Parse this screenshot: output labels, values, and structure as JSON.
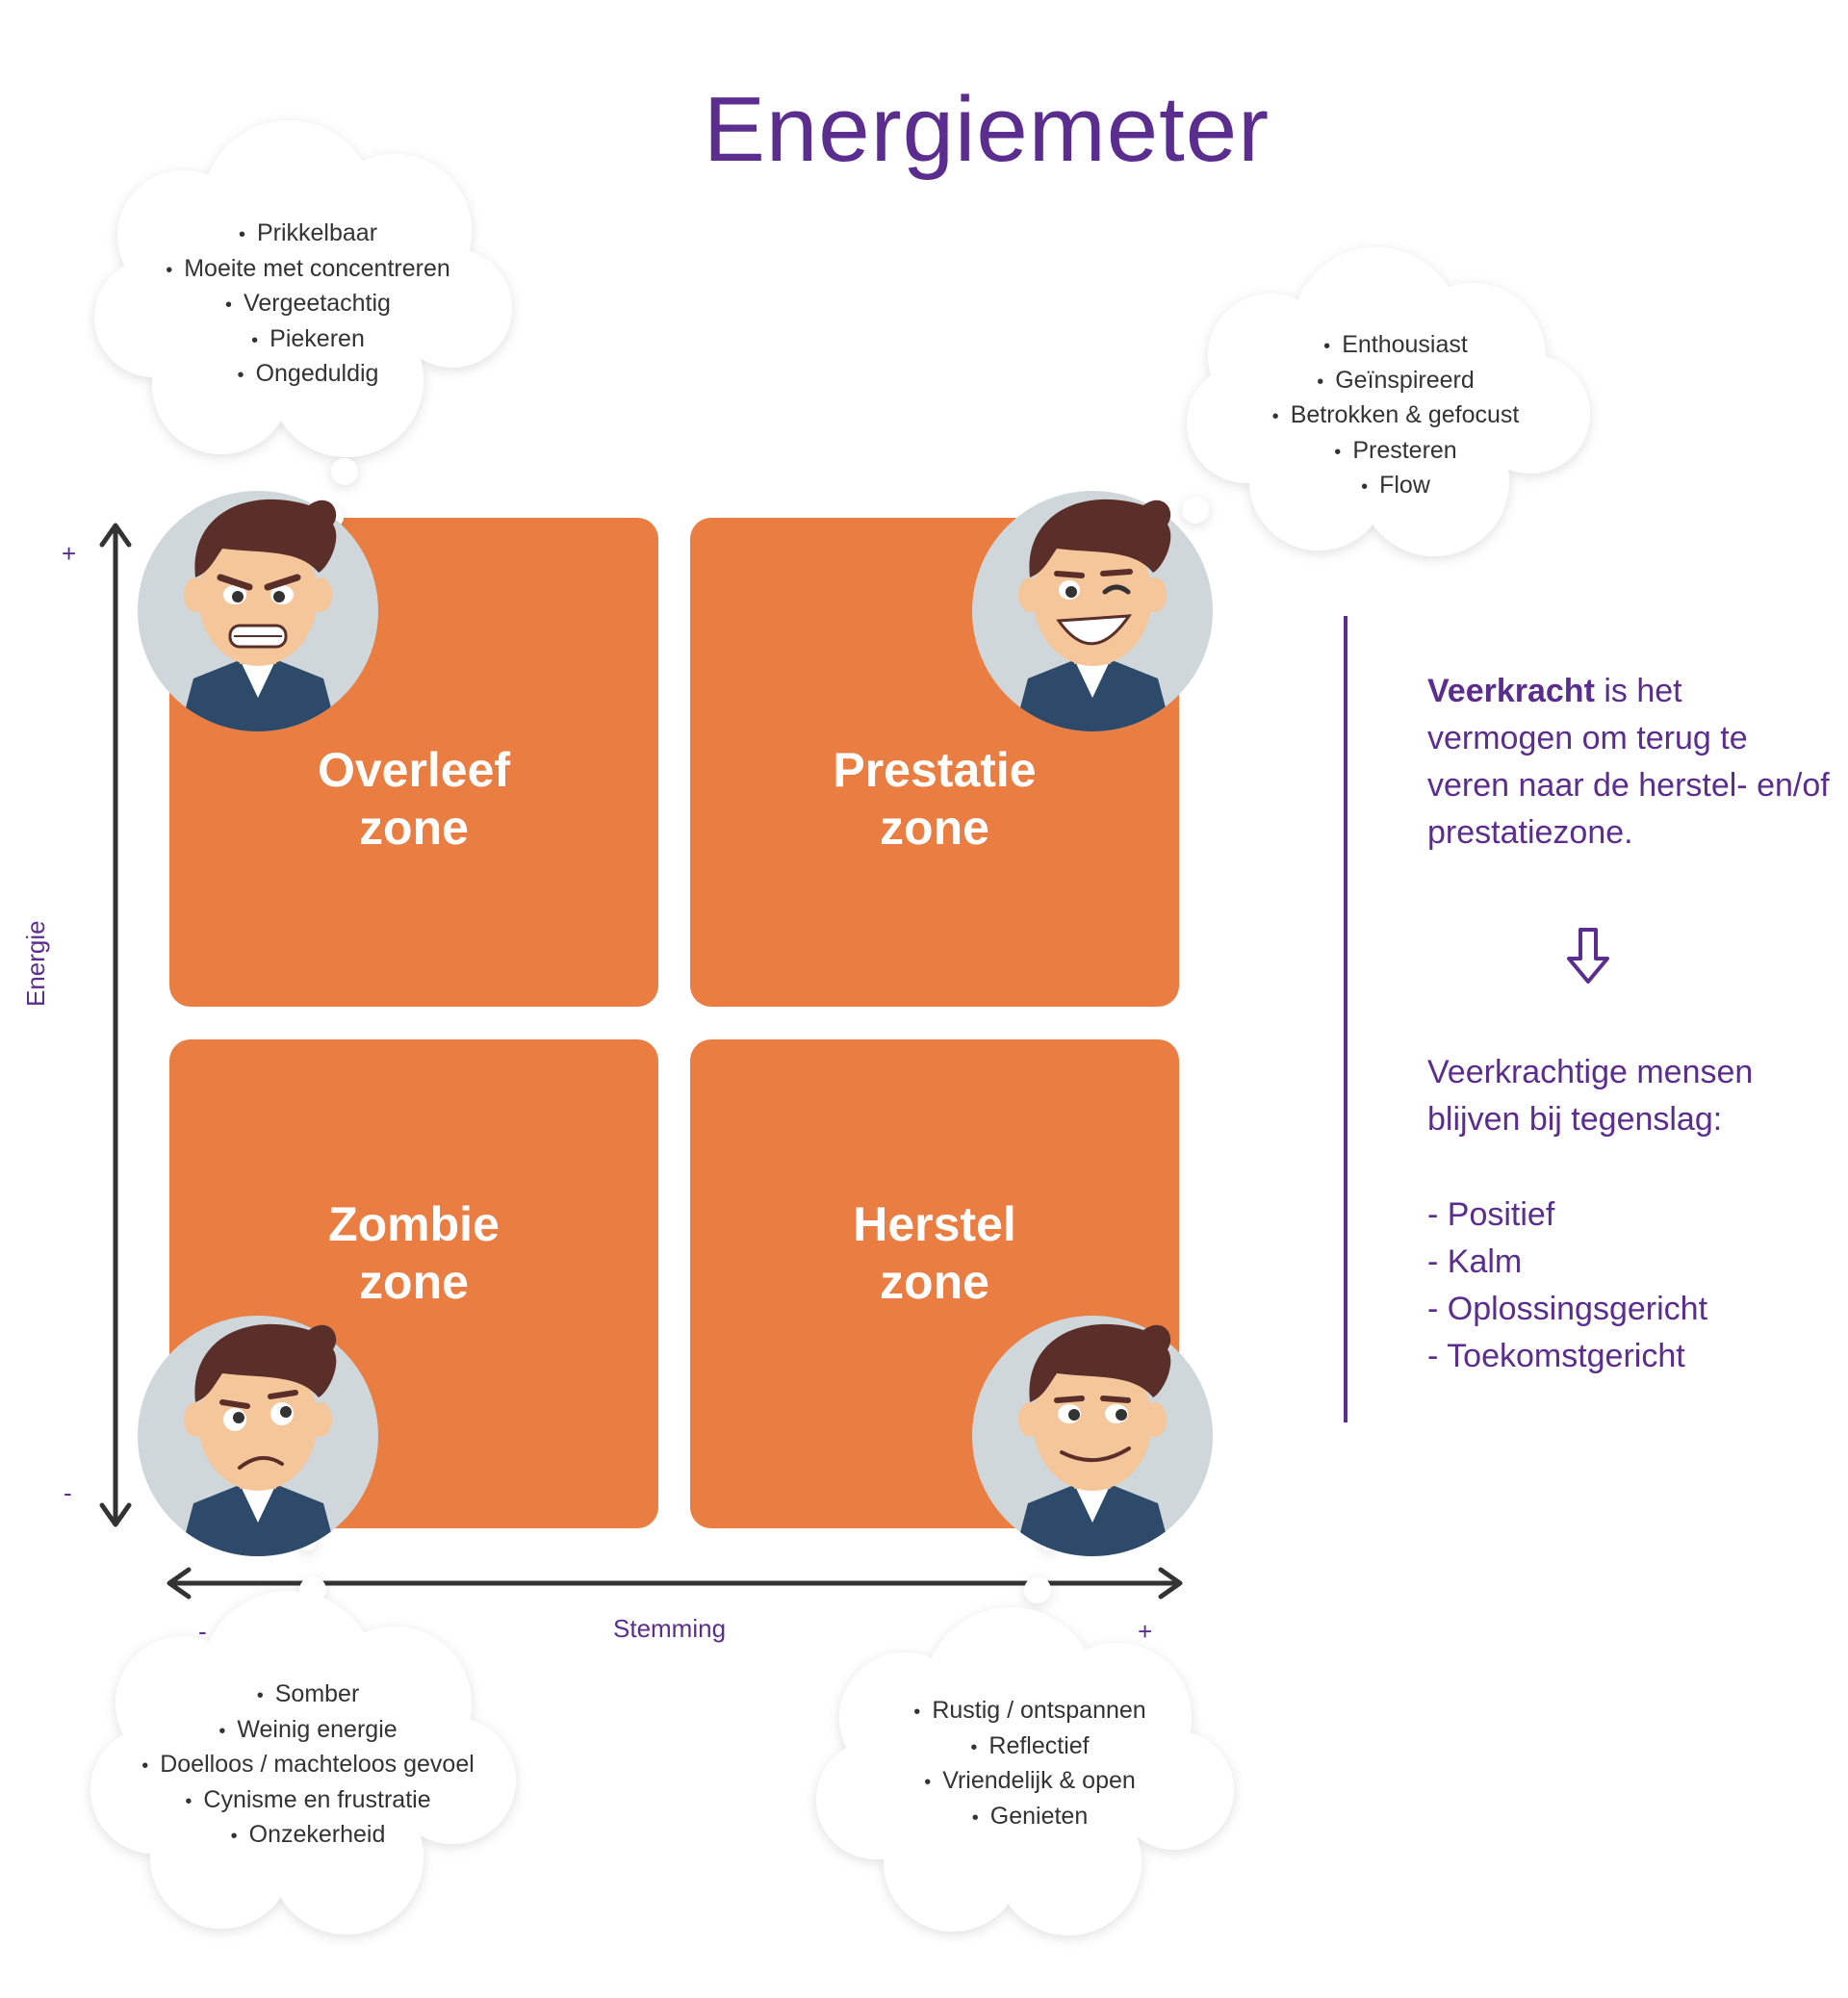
{
  "title": "Energiemeter",
  "axes": {
    "y_label": "Energie",
    "x_label": "Stemming",
    "y_plus": "+",
    "y_minus": "-",
    "x_minus": "-",
    "x_plus": "+"
  },
  "zones": {
    "top_left": {
      "line1": "Overleef",
      "line2": "zone"
    },
    "top_right": {
      "line1": "Prestatie",
      "line2": "zone"
    },
    "bottom_left": {
      "line1": "Zombie",
      "line2": "zone"
    },
    "bottom_right": {
      "line1": "Herstel",
      "line2": "zone"
    }
  },
  "clouds": {
    "top_left": [
      "Prikkelbaar",
      "Moeite met concentreren",
      "Vergeetachtig",
      "Piekeren",
      "Ongeduldig"
    ],
    "top_right": [
      "Enthousiast",
      "Geïnspireerd",
      "Betrokken & gefocust",
      "Presteren",
      "Flow"
    ],
    "bottom_left": [
      "Somber",
      "Weinig energie",
      "Doelloos / machteloos gevoel",
      "Cynisme en frustratie",
      "Onzekerheid"
    ],
    "bottom_right": [
      "Rustig / ontspannen",
      "Reflectief",
      "Vriendelijk & open",
      "Genieten"
    ]
  },
  "side": {
    "term": "Veerkracht",
    "definition_rest": " is het vermogen om terug te veren naar de herstel- en/of prestatiezone.",
    "intro": "Veerkrachtige mensen blijven bij tegenslag:",
    "traits": [
      "- Positief",
      "- Kalm",
      "- Oplossingsgericht",
      "- Toekomstgericht"
    ]
  },
  "colors": {
    "purple": "#5b2d8e",
    "orange": "#e97d42",
    "avatar_bg": "#cfd7db",
    "hair": "#5a2f2a",
    "skin": "#f5c69a",
    "suit": "#2d4a6b"
  },
  "icons": [
    "down-arrow-icon"
  ]
}
